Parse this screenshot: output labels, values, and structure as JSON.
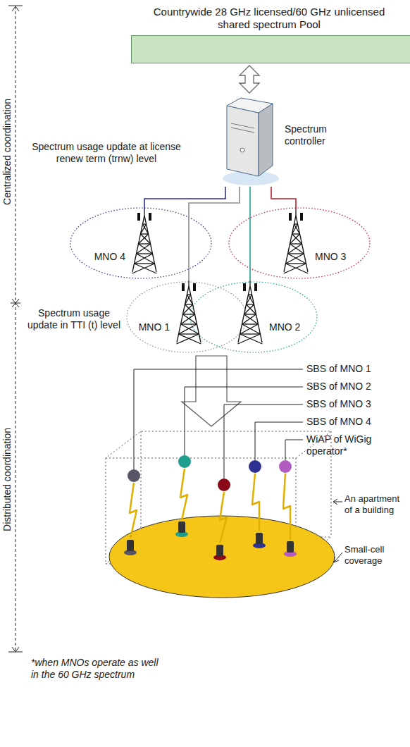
{
  "diagram": {
    "nodes": [
      {
        "text": [
          "Countrywide 28 GHz licensed/60 GHz unlicensed shared spectrum Pool"
        ]
      },
      {
        "text": [
          "Spectrum controller"
        ]
      },
      {
        "text": [
          "MNO 4"
        ]
      },
      {
        "text": [
          "MNO 3"
        ]
      },
      {
        "text": [
          "MNO 1"
        ]
      },
      {
        "text": [
          "MNO 2"
        ]
      }
    ],
    "edges": [
      {
        "from": 0,
        "to": 1,
        "arrow": "both"
      },
      {
        "from": 1,
        "to": 2,
        "arrow": "none"
      },
      {
        "from": 1,
        "to": 3,
        "arrow": "none"
      },
      {
        "from": 1,
        "to": 4,
        "arrow": "none"
      },
      {
        "from": 1,
        "to": 5,
        "arrow": "none"
      }
    ],
    "labels": [
      "Centralized coordination",
      "Spectrum usage update at license renew term (trnw) level",
      "Spectrum usage update in TTI (t) level",
      "Distributed coordination",
      "SBS of MNO 1",
      "SBS of MNO 2",
      "SBS of MNO 3",
      "SBS of MNO 4",
      "WiAP of WiGig operator*",
      "An apartment of a building",
      "Small-cell coverage",
      "*when MNOs operate as well in the 60 GHz spectrum"
    ]
  }
}
